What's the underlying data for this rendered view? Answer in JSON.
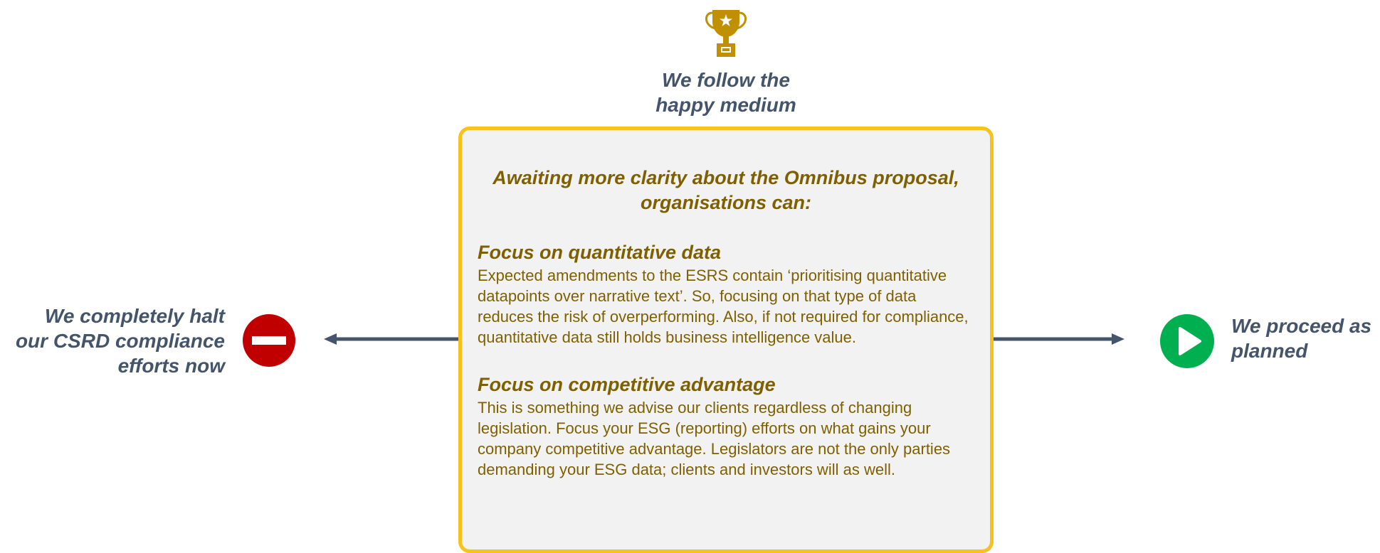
{
  "top": {
    "icon": "trophy-icon",
    "label": "We follow the\nhappy medium"
  },
  "card": {
    "heading": "Awaiting more clarity about the Omnibus proposal, organisations can:",
    "sections": [
      {
        "title": "Focus on quantitative data",
        "body": "Expected amendments to the ESRS contain ‘prioritising quantitative datapoints over narrative text’. So, focusing on that type of data reduces the risk of overperforming. Also, if not required for compliance, quantitative data still holds business intelligence value."
      },
      {
        "title": "Focus on competitive advantage",
        "body": "This is something we advise our clients regardless of changing legislation. Focus your ESG (reporting) efforts on what gains your company competitive advantage. Legislators are not the only parties demanding your ESG data; clients and investors will as well."
      }
    ]
  },
  "left": {
    "icon": "no-entry-icon",
    "label": "We completely halt\nour CSRD compliance\nefforts now"
  },
  "right": {
    "icon": "play-icon",
    "label": "We proceed as\nplanned"
  },
  "colors": {
    "label": "#44546a",
    "card_text": "#7f6000",
    "card_border": "#f6c21b",
    "card_bg": "#f2f2f2",
    "trophy": "#c09000",
    "stop": "#c00000",
    "play": "#00b050",
    "arrow": "#44546a"
  }
}
